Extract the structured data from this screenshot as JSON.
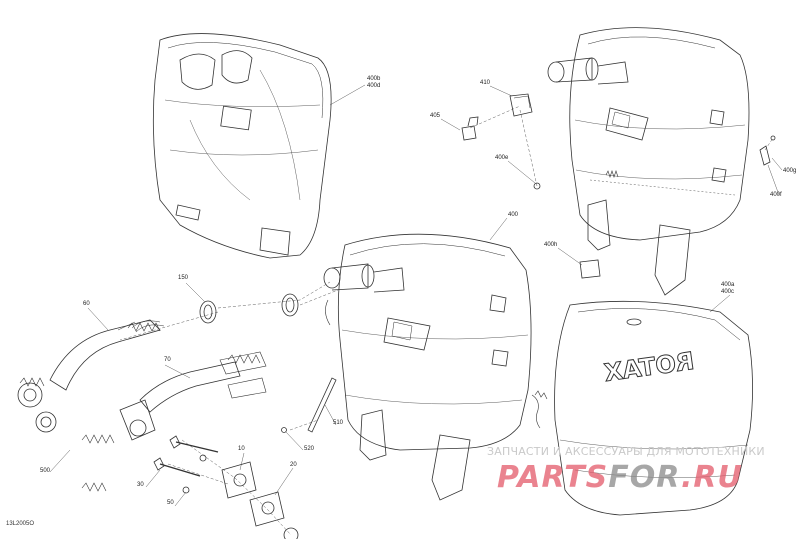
{
  "diagram": {
    "reference_code": "13L2005O",
    "brand_on_cover": "ROTAX",
    "callouts": [
      {
        "id": "400b",
        "text": "400b\n400d"
      },
      {
        "id": "410",
        "text": "410"
      },
      {
        "id": "405",
        "text": "405"
      },
      {
        "id": "400e",
        "text": "400e"
      },
      {
        "id": "400g",
        "text": "400g"
      },
      {
        "id": "400f",
        "text": "400f"
      },
      {
        "id": "400",
        "text": "400"
      },
      {
        "id": "400h",
        "text": "400h"
      },
      {
        "id": "400a",
        "text": "400a\n400c"
      },
      {
        "id": "150",
        "text": "150"
      },
      {
        "id": "60",
        "text": "60"
      },
      {
        "id": "70",
        "text": "70"
      },
      {
        "id": "510",
        "text": "510"
      },
      {
        "id": "520",
        "text": "520"
      },
      {
        "id": "10",
        "text": "10"
      },
      {
        "id": "20",
        "text": "20"
      },
      {
        "id": "30",
        "text": "30"
      },
      {
        "id": "50",
        "text": "50"
      },
      {
        "id": "500",
        "text": "500"
      }
    ]
  },
  "watermark": {
    "tagline": "ЗАПЧАСТИ И АКСЕССУАРЫ ДЛЯ МОТОТЕХНИКИ",
    "logo_part1": "PARTS",
    "logo_part2": "FOR",
    "logo_part3": ".RU",
    "accent_color": "#e35a6a",
    "secondary_color": "#8a8a8a"
  }
}
